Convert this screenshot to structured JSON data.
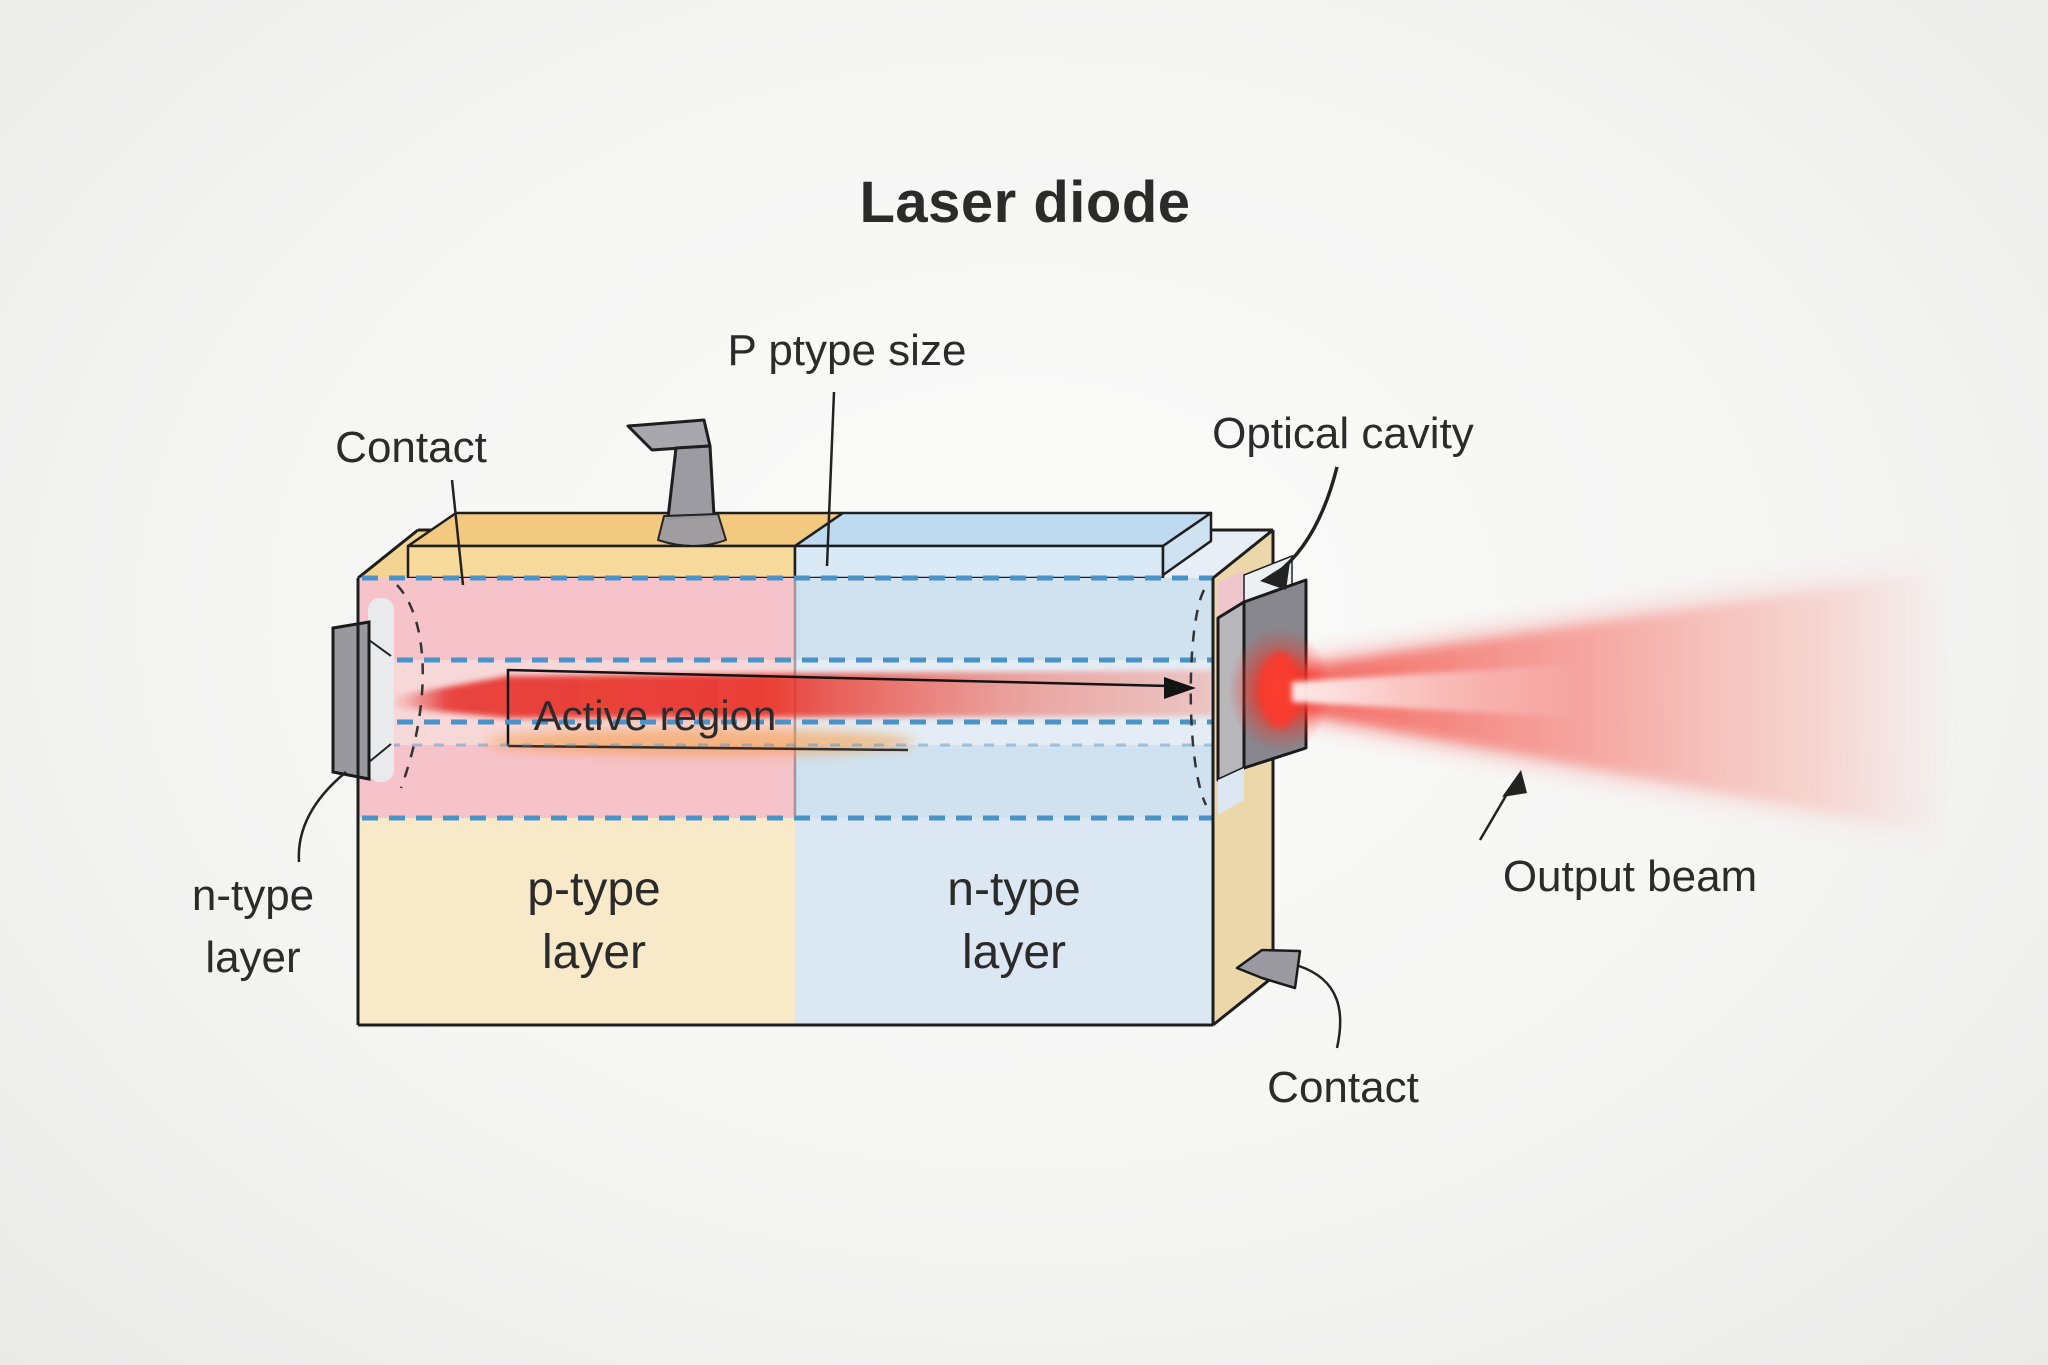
{
  "title": "Laser diode",
  "labels": {
    "ptype_size": "P ptype size",
    "contact_top": "Contact",
    "optical_cavity": "Optical cavity",
    "active_region": "Active region",
    "n_type_left": {
      "line1": "n-type",
      "line2": "layer"
    },
    "p_type_bottom": {
      "line1": "p-type",
      "line2": "layer"
    },
    "n_type_bottom": {
      "line1": "n-type",
      "line2": "layer"
    },
    "output_beam": "Output beam",
    "contact_bottom": "Contact"
  },
  "colors": {
    "background": "#f4f4f3",
    "ink": "#2b2b2b",
    "beam_red": "#f2302a",
    "pink_layer": "#f6c3cb",
    "pink_channel": "#f7d8d9",
    "blue_layer": "#d0e2f0",
    "blue_channel": "#e4edf5",
    "cream_layer": "#f8e9c8",
    "pale_blue_layer": "#dbe8f3",
    "tan_top": "#f3c87f",
    "slab_blue_top": "#bedaf0",
    "metal_gray": "#87878d",
    "metal_gray_light": "#b7b7bc",
    "dashed_blue": "#4a93c8"
  }
}
